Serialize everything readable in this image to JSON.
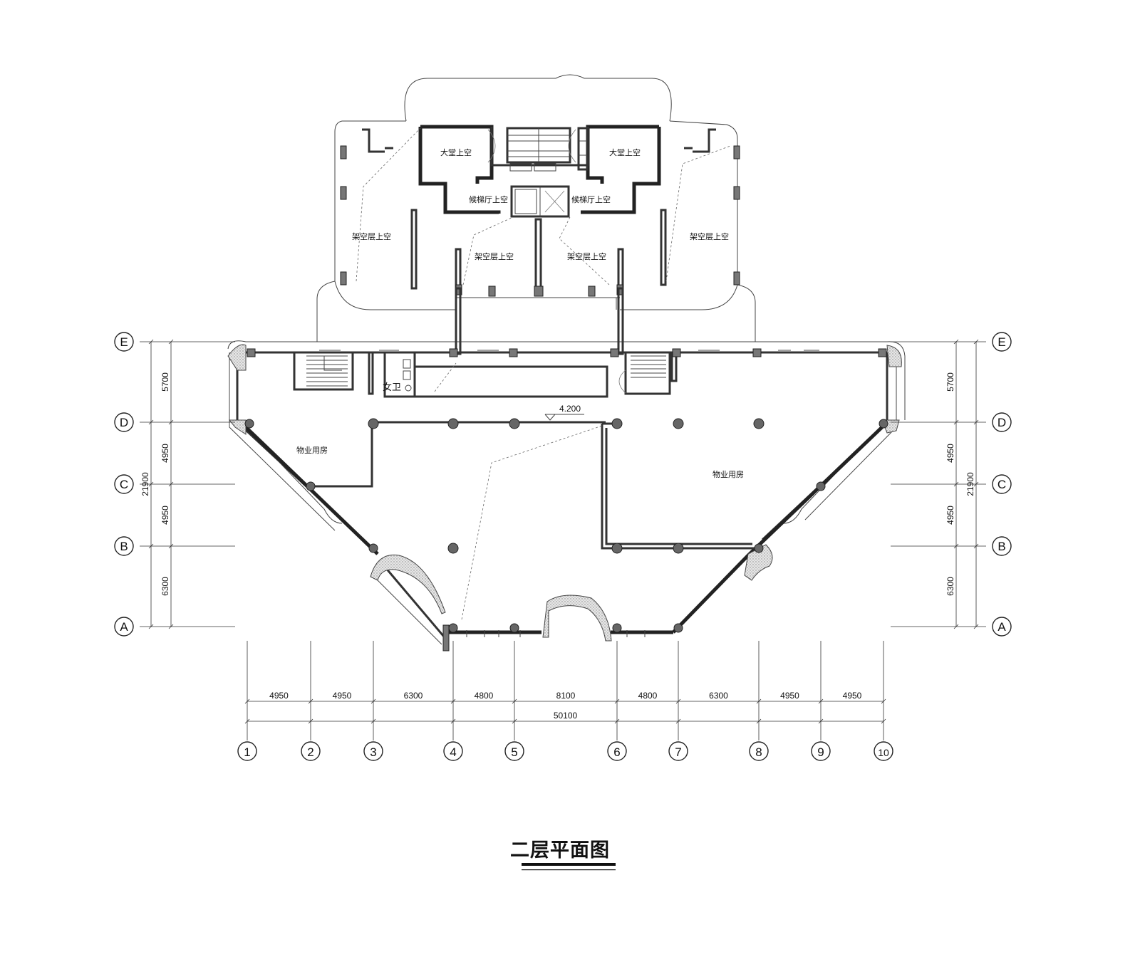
{
  "title": "二层平面图",
  "elevation": "4.200",
  "rooms": {
    "lobby_void_left": "大堂上空",
    "lobby_void_right": "大堂上空",
    "elevator_hall_left": "候梯厅上空",
    "elevator_hall_right": "候梯厅上空",
    "stilt_void_far_left": "架空层上空",
    "stilt_void_mid_left": "架空层上空",
    "stilt_void_mid_right": "架空层上空",
    "stilt_void_far_right": "架空层上空",
    "property_left": "物业用房",
    "property_right": "物业用房",
    "women_toilet": "女卫"
  },
  "axes": {
    "rows": [
      "E",
      "D",
      "C",
      "B",
      "A"
    ],
    "columns": [
      "1",
      "2",
      "3",
      "4",
      "5",
      "6",
      "7",
      "8",
      "9",
      "10"
    ]
  },
  "dimensions": {
    "horizontal": [
      "4950",
      "4950",
      "6300",
      "4800",
      "8100",
      "4800",
      "6300",
      "4950",
      "4950"
    ],
    "horizontal_total": "50100",
    "vertical": [
      "5700",
      "4950",
      "4950",
      "6300"
    ],
    "vertical_total": "21900"
  }
}
